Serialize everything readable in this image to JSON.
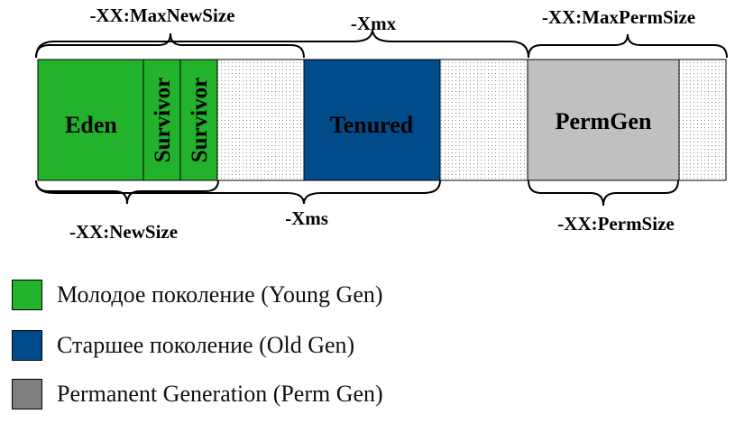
{
  "colors": {
    "young": "#22b22b",
    "old": "#024b8b",
    "perm": "#c0c0c0",
    "legend_perm": "#7f7f7f"
  },
  "regions": {
    "eden": "Eden",
    "survivor_1": "Survivor",
    "survivor_2": "Survivor",
    "tenured": "Tenured",
    "permgen": "PermGen"
  },
  "flags": {
    "max_new_size": "-XX:MaxNewSize",
    "xmx": "-Xmx",
    "max_perm_size": "-XX:MaxPermSize",
    "new_size": "-XX:NewSize",
    "xms": "-Xms",
    "perm_size": "-XX:PermSize"
  },
  "legend": [
    {
      "label": "Молодое поколение (Young Gen)",
      "color": "#22b22b"
    },
    {
      "label": "Старшее поколение (Old Gen)",
      "color": "#024b8b"
    },
    {
      "label": "Permanent Generation (Perm Gen)",
      "color": "#7f7f7f"
    }
  ]
}
